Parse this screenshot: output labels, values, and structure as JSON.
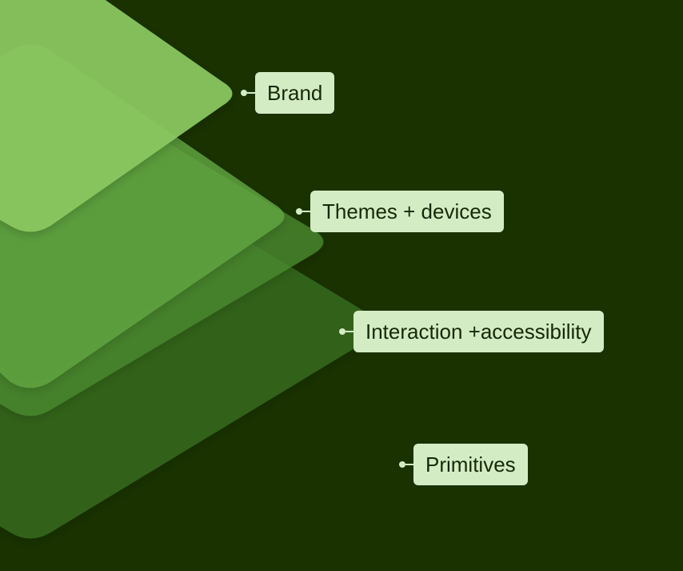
{
  "diagram": {
    "layers": [
      {
        "name": "Brand",
        "color": "#8bc860"
      },
      {
        "name": "Themes + devices",
        "color": "#62a53f"
      },
      {
        "name": "Interaction +accessibility",
        "color": "#4b8a2f"
      },
      {
        "name": "Primitives",
        "color": "#3a7422"
      }
    ],
    "background": "#193200",
    "label_background": "#d4ecc4",
    "label_text_color": "#15290a"
  }
}
